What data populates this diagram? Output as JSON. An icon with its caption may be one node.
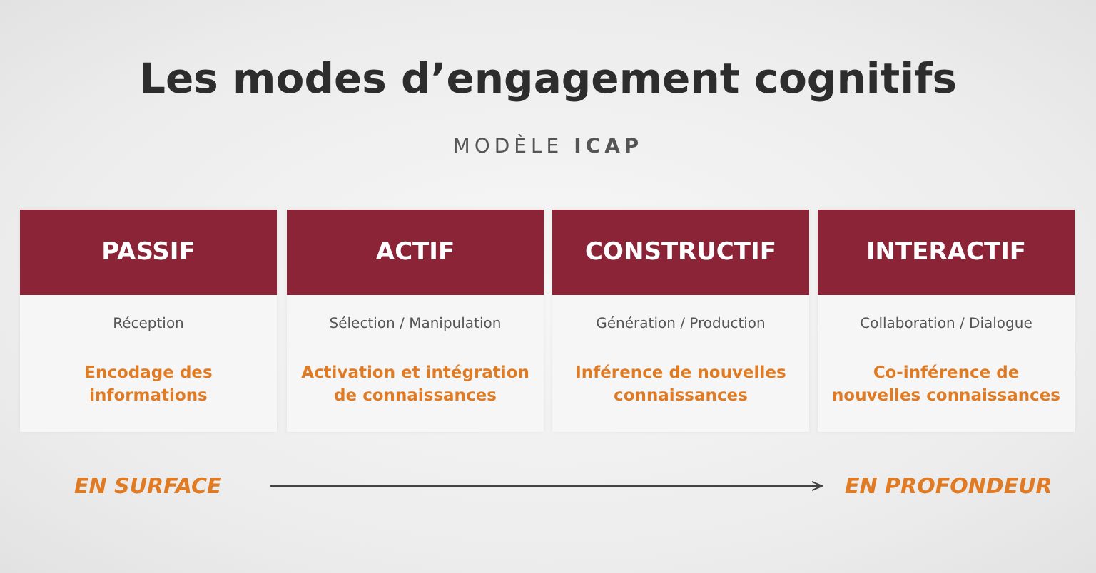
{
  "diagram": {
    "title": "Les **modes d’engagement** cognitifs",
    "nodes": [
      {
        "text": [
          "PASSIF",
          "Réception",
          "Encodage des informations"
        ]
      },
      {
        "text": [
          "ACTIF",
          "Sélection / Manipulation",
          "Activation et intégration de connaissances"
        ]
      },
      {
        "text": [
          "CONSTRUCTIF",
          "Génération / Production",
          "Inférence de nouvelles connaissances"
        ]
      },
      {
        "text": [
          "INTERACTIF",
          "Collaboration / Dialogue",
          "Co-inférence de nouvelles connaissances"
        ]
      },
      {
        "text": [
          "EN SURFACE"
        ]
      },
      {
        "text": [
          "EN PROFONDEUR"
        ]
      }
    ],
    "edges": [
      {
        "from": 4,
        "to": 5,
        "arrow": "to"
      }
    ],
    "labels": [
      "MODÈLE **ICAP**"
    ]
  }
}
